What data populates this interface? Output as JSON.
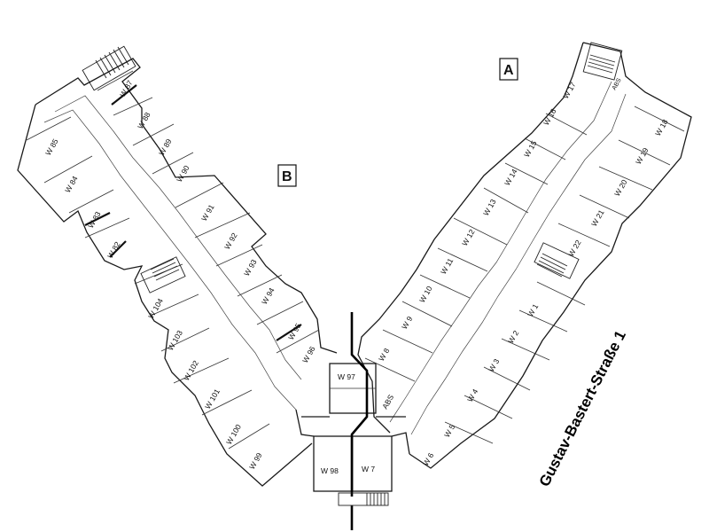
{
  "address": "Gustav-Bastert-Straße 1",
  "wings": {
    "a": "A",
    "b": "B"
  },
  "units": {
    "w1": "W 1",
    "w2": "W 2",
    "w3": "W 3",
    "w4": "W 4",
    "w5": "W 5",
    "w6": "W 6",
    "w7": "W 7",
    "w8": "W 8",
    "w9": "W 9",
    "w10": "W 10",
    "w11": "W 11",
    "w12": "W 12",
    "w13": "W 13",
    "w14": "W 14",
    "w15": "W 15",
    "w16": "W 16",
    "w17": "W 17",
    "w18": "W 18",
    "w19": "W 19",
    "w20": "W 20",
    "w21": "W 21",
    "w22": "W 22",
    "w82": "W 82",
    "w83": "W 83",
    "w84": "W 84",
    "w85": "W 85",
    "w87": "W 87",
    "w88": "W 88",
    "w89": "W 89",
    "w90": "W 90",
    "w91": "W 91",
    "w92": "W 92",
    "w93": "W 93",
    "w94": "W 94",
    "w95": "W 95",
    "w96": "W 96",
    "w97": "W 97",
    "w98": "W 98",
    "w99": "W 99",
    "w100": "W 100",
    "w101": "W 101",
    "w102": "W 102",
    "w103": "W 103",
    "w104": "W 104"
  },
  "abs_labels": {
    "center": "ABS",
    "top_right": "ABS"
  }
}
